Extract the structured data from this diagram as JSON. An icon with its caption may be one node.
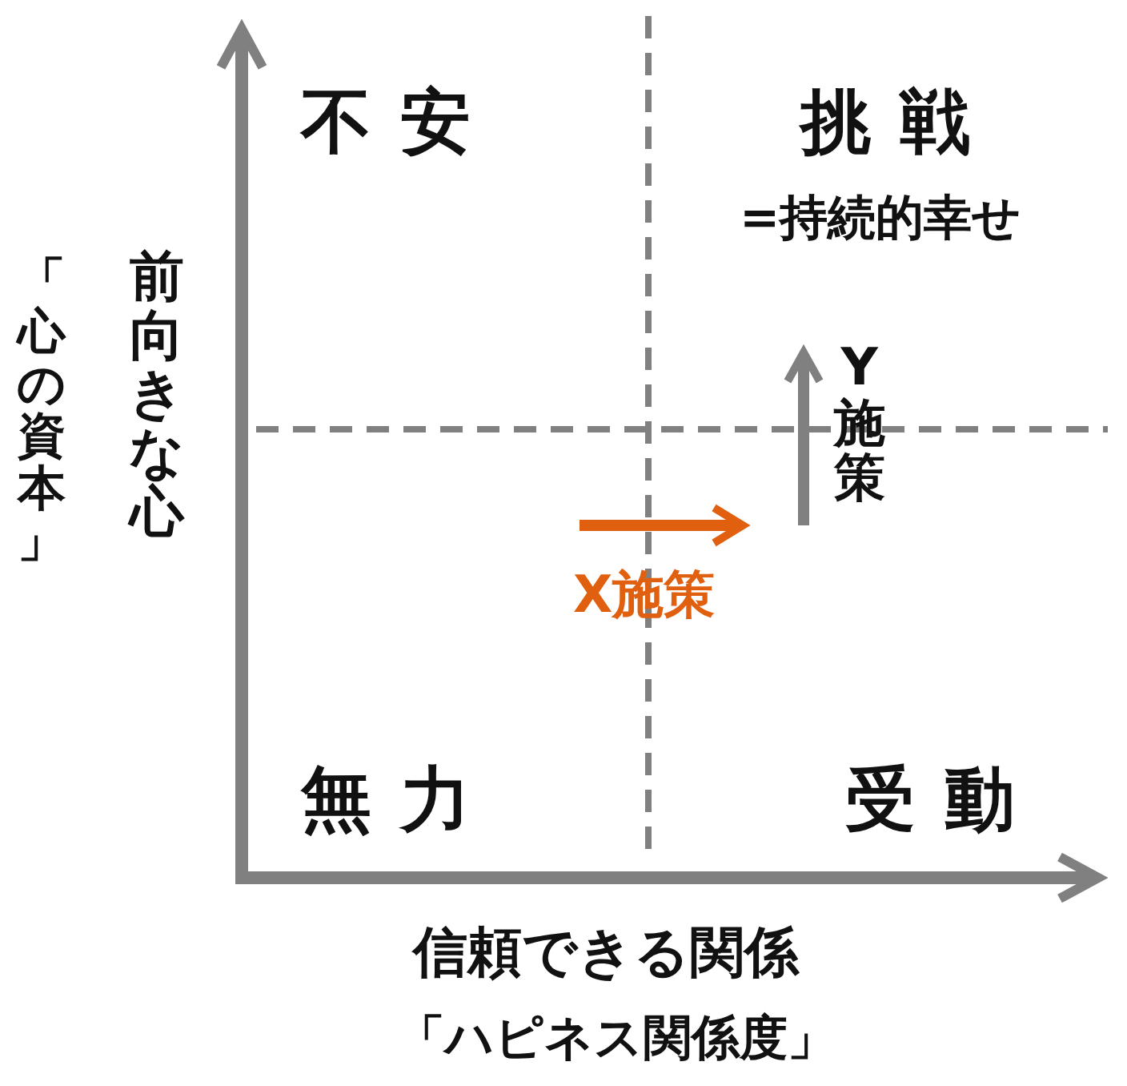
{
  "diagram": {
    "labels": [
      "不安",
      "挑戦",
      "=持続的幸せ",
      "前向きな心",
      "「心の資本」",
      "Y施策",
      "X施策",
      "無力",
      "受動",
      "信頼できる関係",
      "「ハピネス関係度」"
    ]
  }
}
